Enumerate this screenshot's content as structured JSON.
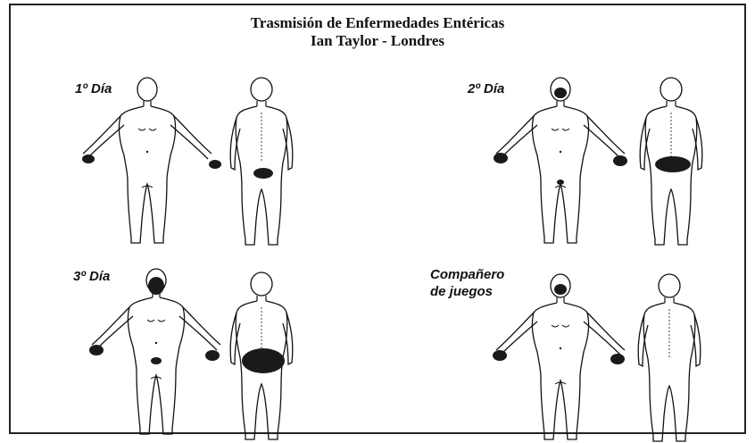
{
  "title_line1": "Trasmisión de Enfermedades Entéricas",
  "title_line2": "Ian Taylor - Londres",
  "panels": [
    {
      "label": "1º Día"
    },
    {
      "label": "2º Día"
    },
    {
      "label": "3º Día"
    },
    {
      "label_line1": "Compañero",
      "label_line2": "de juegos"
    }
  ],
  "colors": {
    "ink": "#111111",
    "contamination": "#1a1a1a"
  }
}
